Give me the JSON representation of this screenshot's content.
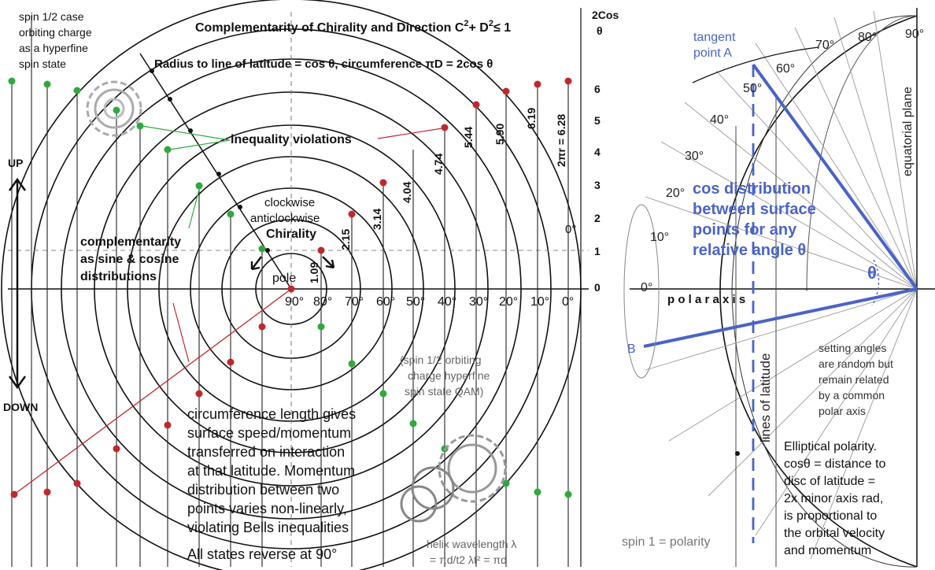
{
  "left": {
    "spin_half_note": [
      "spin 1/2 case",
      "orbiting charge",
      "as a hyperfine",
      "spin state"
    ],
    "title_prefix": "Complementarity of Chirality and Direction C",
    "title_sq": "2",
    "title_plus": "+ D",
    "title_suffix": "≤ 1",
    "radius_line": "Radius to line of latitude = cos θ, circumference πD = 2cos θ",
    "cos2_label": [
      "2Cos",
      "θ"
    ],
    "inequality_violations": "inequality violations",
    "up": "UP",
    "down": "DOWN",
    "complementarity": [
      "complementarity",
      "as sine & cosine",
      "distributions"
    ],
    "clockwise": "clockwise",
    "anticlockwise": "anticlockwise",
    "chirality": "Chirality",
    "pole": "pole",
    "circumference_values": [
      "1.09",
      "2.15",
      "3.14",
      "4.04",
      "4.74",
      "5.44",
      "5.90",
      "6.19",
      "2πr = 6.28"
    ],
    "y_ticks": [
      "6",
      "5",
      "4",
      "3",
      "2",
      "1",
      "0"
    ],
    "zero_deg": "0°",
    "latitude_labels": [
      "90°",
      "80°",
      "70°",
      "60°",
      "50°",
      "40°",
      "30°",
      "20°",
      "10°",
      "0°"
    ],
    "qam_note": [
      "(spin 1/2 orbiting",
      "charge hyperfine",
      "spin state QAM)"
    ],
    "circumference_note": [
      "circumference length gives",
      "surface speed/momentum",
      "transferred on interaction",
      "at that latitude. Momentum",
      "distribution between two",
      "points varies non-linearly,",
      "violating Bells inequalities",
      "All states reverse at 90°"
    ],
    "helix": [
      "helix wavelength λ",
      "= πd/t2  λt² = πd"
    ]
  },
  "right": {
    "tangent": [
      "tangent",
      "point A"
    ],
    "angle_labels": [
      "90°",
      "80°",
      "70°",
      "60°",
      "50°",
      "40°",
      "30°",
      "20°",
      "10°",
      "0°"
    ],
    "equatorial_plane": "equatorial plane",
    "cos_distribution": [
      "cos  distribution",
      "between surface",
      "points for any",
      "relative angle θ"
    ],
    "theta": "θ",
    "polar_axis": "p o l a r   a x i s",
    "b_label": "B",
    "lines_of_latitude": "lines of latitude",
    "setting_angles": [
      "setting angles",
      "are random but",
      "remain related",
      "by a common",
      "polar axis"
    ],
    "elliptical": [
      "Elliptical polarity.",
      "cosθ = distance to",
      "disc of latitude =",
      "2x minor axis rad,",
      "is proportional to",
      "the orbital velocity",
      "and momentum"
    ],
    "spin1": "spin 1 = polarity"
  },
  "colors": {
    "blue": "#4a63c9",
    "red_dot": "#c0282d",
    "green_dot": "#2faa3c",
    "ink": "#111111"
  }
}
